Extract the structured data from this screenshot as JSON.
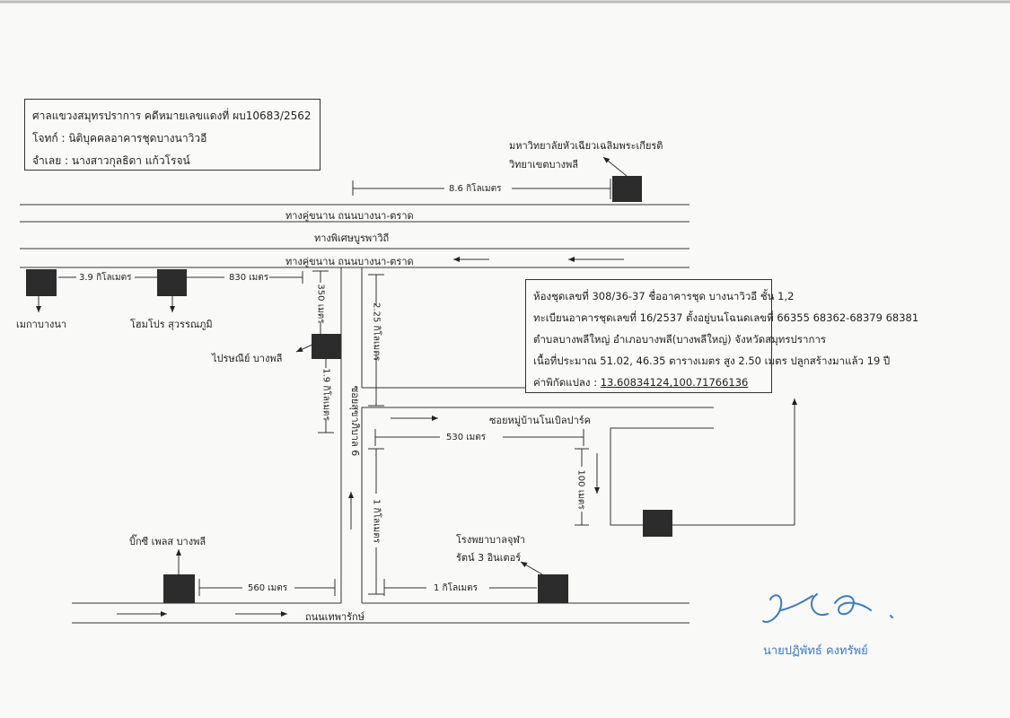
{
  "case_box": {
    "line1": "ศาลแขวงสมุทรปราการ คดีหมายเลขแดงที่ ผบ10683/2562",
    "line2": "โจทก์ : นิติบุคคลอาคารชุดบางนาวิวอี",
    "line3": "จำเลย : นางสาวกุลธิดา แก้วโรจน์"
  },
  "info_box": {
    "line1": "ห้องชุดเลขที่ 308/36-37 ชื่ออาคารชุด บางนาวิวอี ชั้น 1,2",
    "line2": "ทะเบียนอาคารชุดเลขที่ 16/2537 ตั้งอยู่บนโฉนดเลขที่ 66355 68362-68379 68381",
    "line3": "ตำบลบางพลีใหญ่ อำเภอบางพลี(บางพลีใหญ่) จังหวัดสมุทรปราการ",
    "line4": "เนื้อที่ประมาณ 51.02, 46.35 ตารางเมตร สูง 2.50 เมตร ปลูกสร้างมาแล้ว 19 ปี",
    "coord_label": "ค่าพิกัดแปลง : ",
    "coord_value": "13.60834124,100.71766136"
  },
  "roads": {
    "frontage_top": "ทางคู่ขนาน ถนนบางนา-ตราด",
    "expressway": "ทางพิเศษบูรพาวิถี",
    "frontage_bottom": "ทางคู่ขนาน ถนนบางนา-ตราด",
    "soi_sukhaphiban": "ซอยสุขาภิบาล 6",
    "soi_village": "ซอยหมู่บ้านโนเบิลปาร์ค",
    "thepharak": "ถนนเทพารักษ์"
  },
  "landmarks": {
    "university": "มหาวิทยาลัยหัวเฉียวเฉลิมพระเกียรติ",
    "university_2": "วิทยาเขตบางพลี",
    "mega": "เมกาบางนา",
    "homepro": "โฮมโปร สุวรรณภูมิ",
    "post_office": "ไปรษณีย์ บางพลี",
    "bigc": "บิ๊กซี เพลส บางพลี",
    "hospital": "โรงพยาบาลจุฬา",
    "hospital_2": "รัตน์ 3 อินเตอร์"
  },
  "distances": {
    "d_8_6km": "8.6 กิโลเมตร",
    "d_3_9km": "3.9 กิโลเมตร",
    "d_830m": "830 เมตร",
    "d_350m": "350 เมตร",
    "d_2_25km": "2.25 กิโลเมตร",
    "d_1_9km": "1.9 กิโลเมตร",
    "d_530m": "530 เมตร",
    "d_100m": "100 เมตร",
    "d_1km_v": "1 กิโลเมตร",
    "d_560m": "560 เมตร",
    "d_1km_h": "1 กิโลเมตร"
  },
  "signature": {
    "name": "นายปฏิพัทธ์ คงทรัพย์"
  }
}
